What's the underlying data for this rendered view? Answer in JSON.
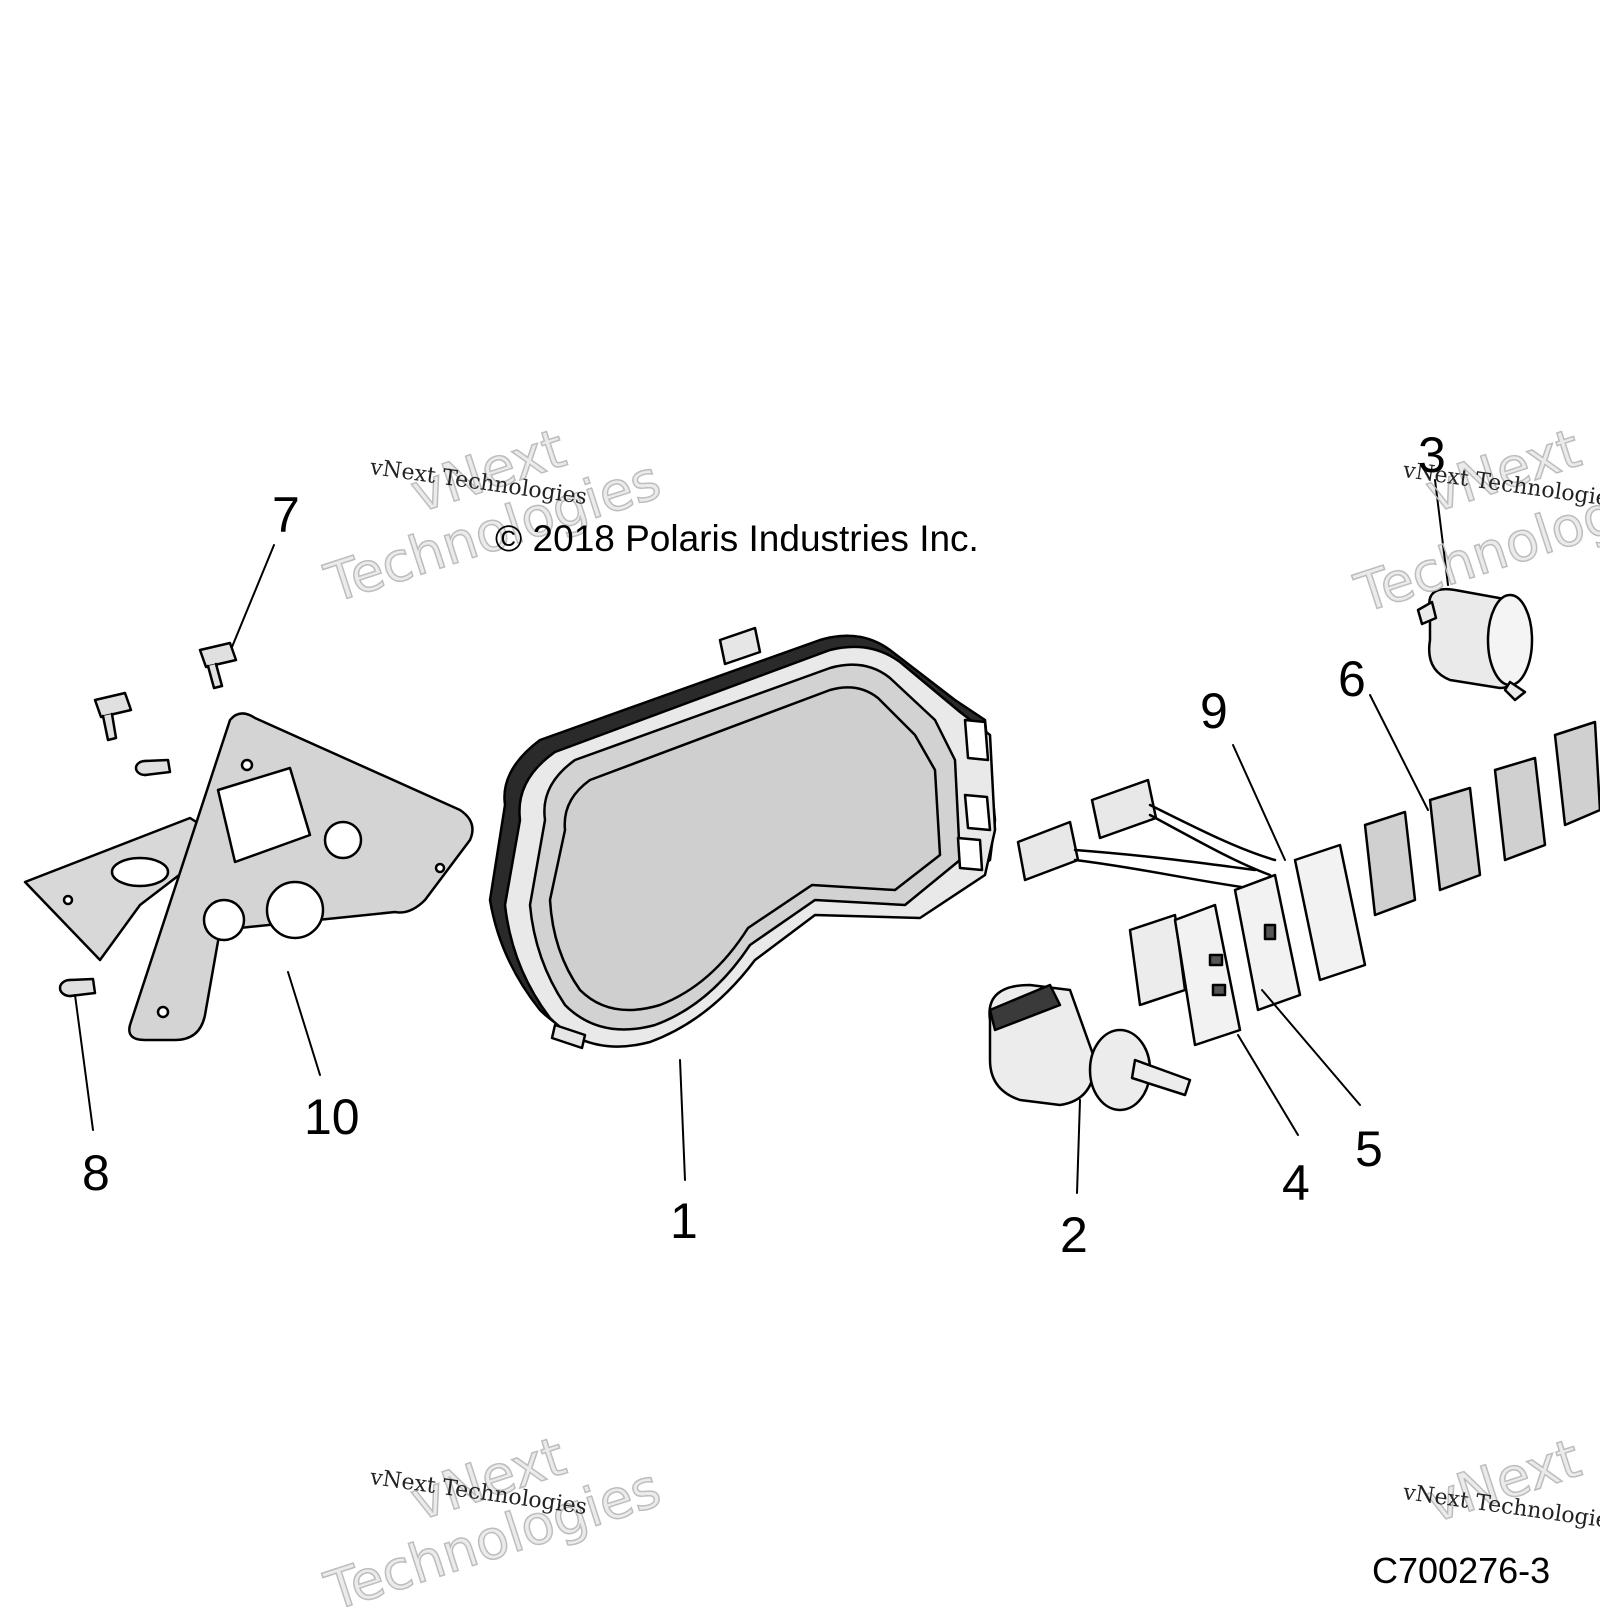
{
  "diagram": {
    "copyright": "© 2018 Polaris Industries Inc.",
    "drawing_id": "C700276-3",
    "watermark": {
      "line_small": "vNext Technologies",
      "line_big_1": "vNext",
      "line_big_2": "Technologies"
    },
    "callouts": {
      "c1": "1",
      "c2": "2",
      "c3": "3",
      "c4": "4",
      "c5": "5",
      "c6": "6",
      "c7": "7",
      "c8": "8",
      "c9": "9",
      "c10": "10"
    }
  }
}
